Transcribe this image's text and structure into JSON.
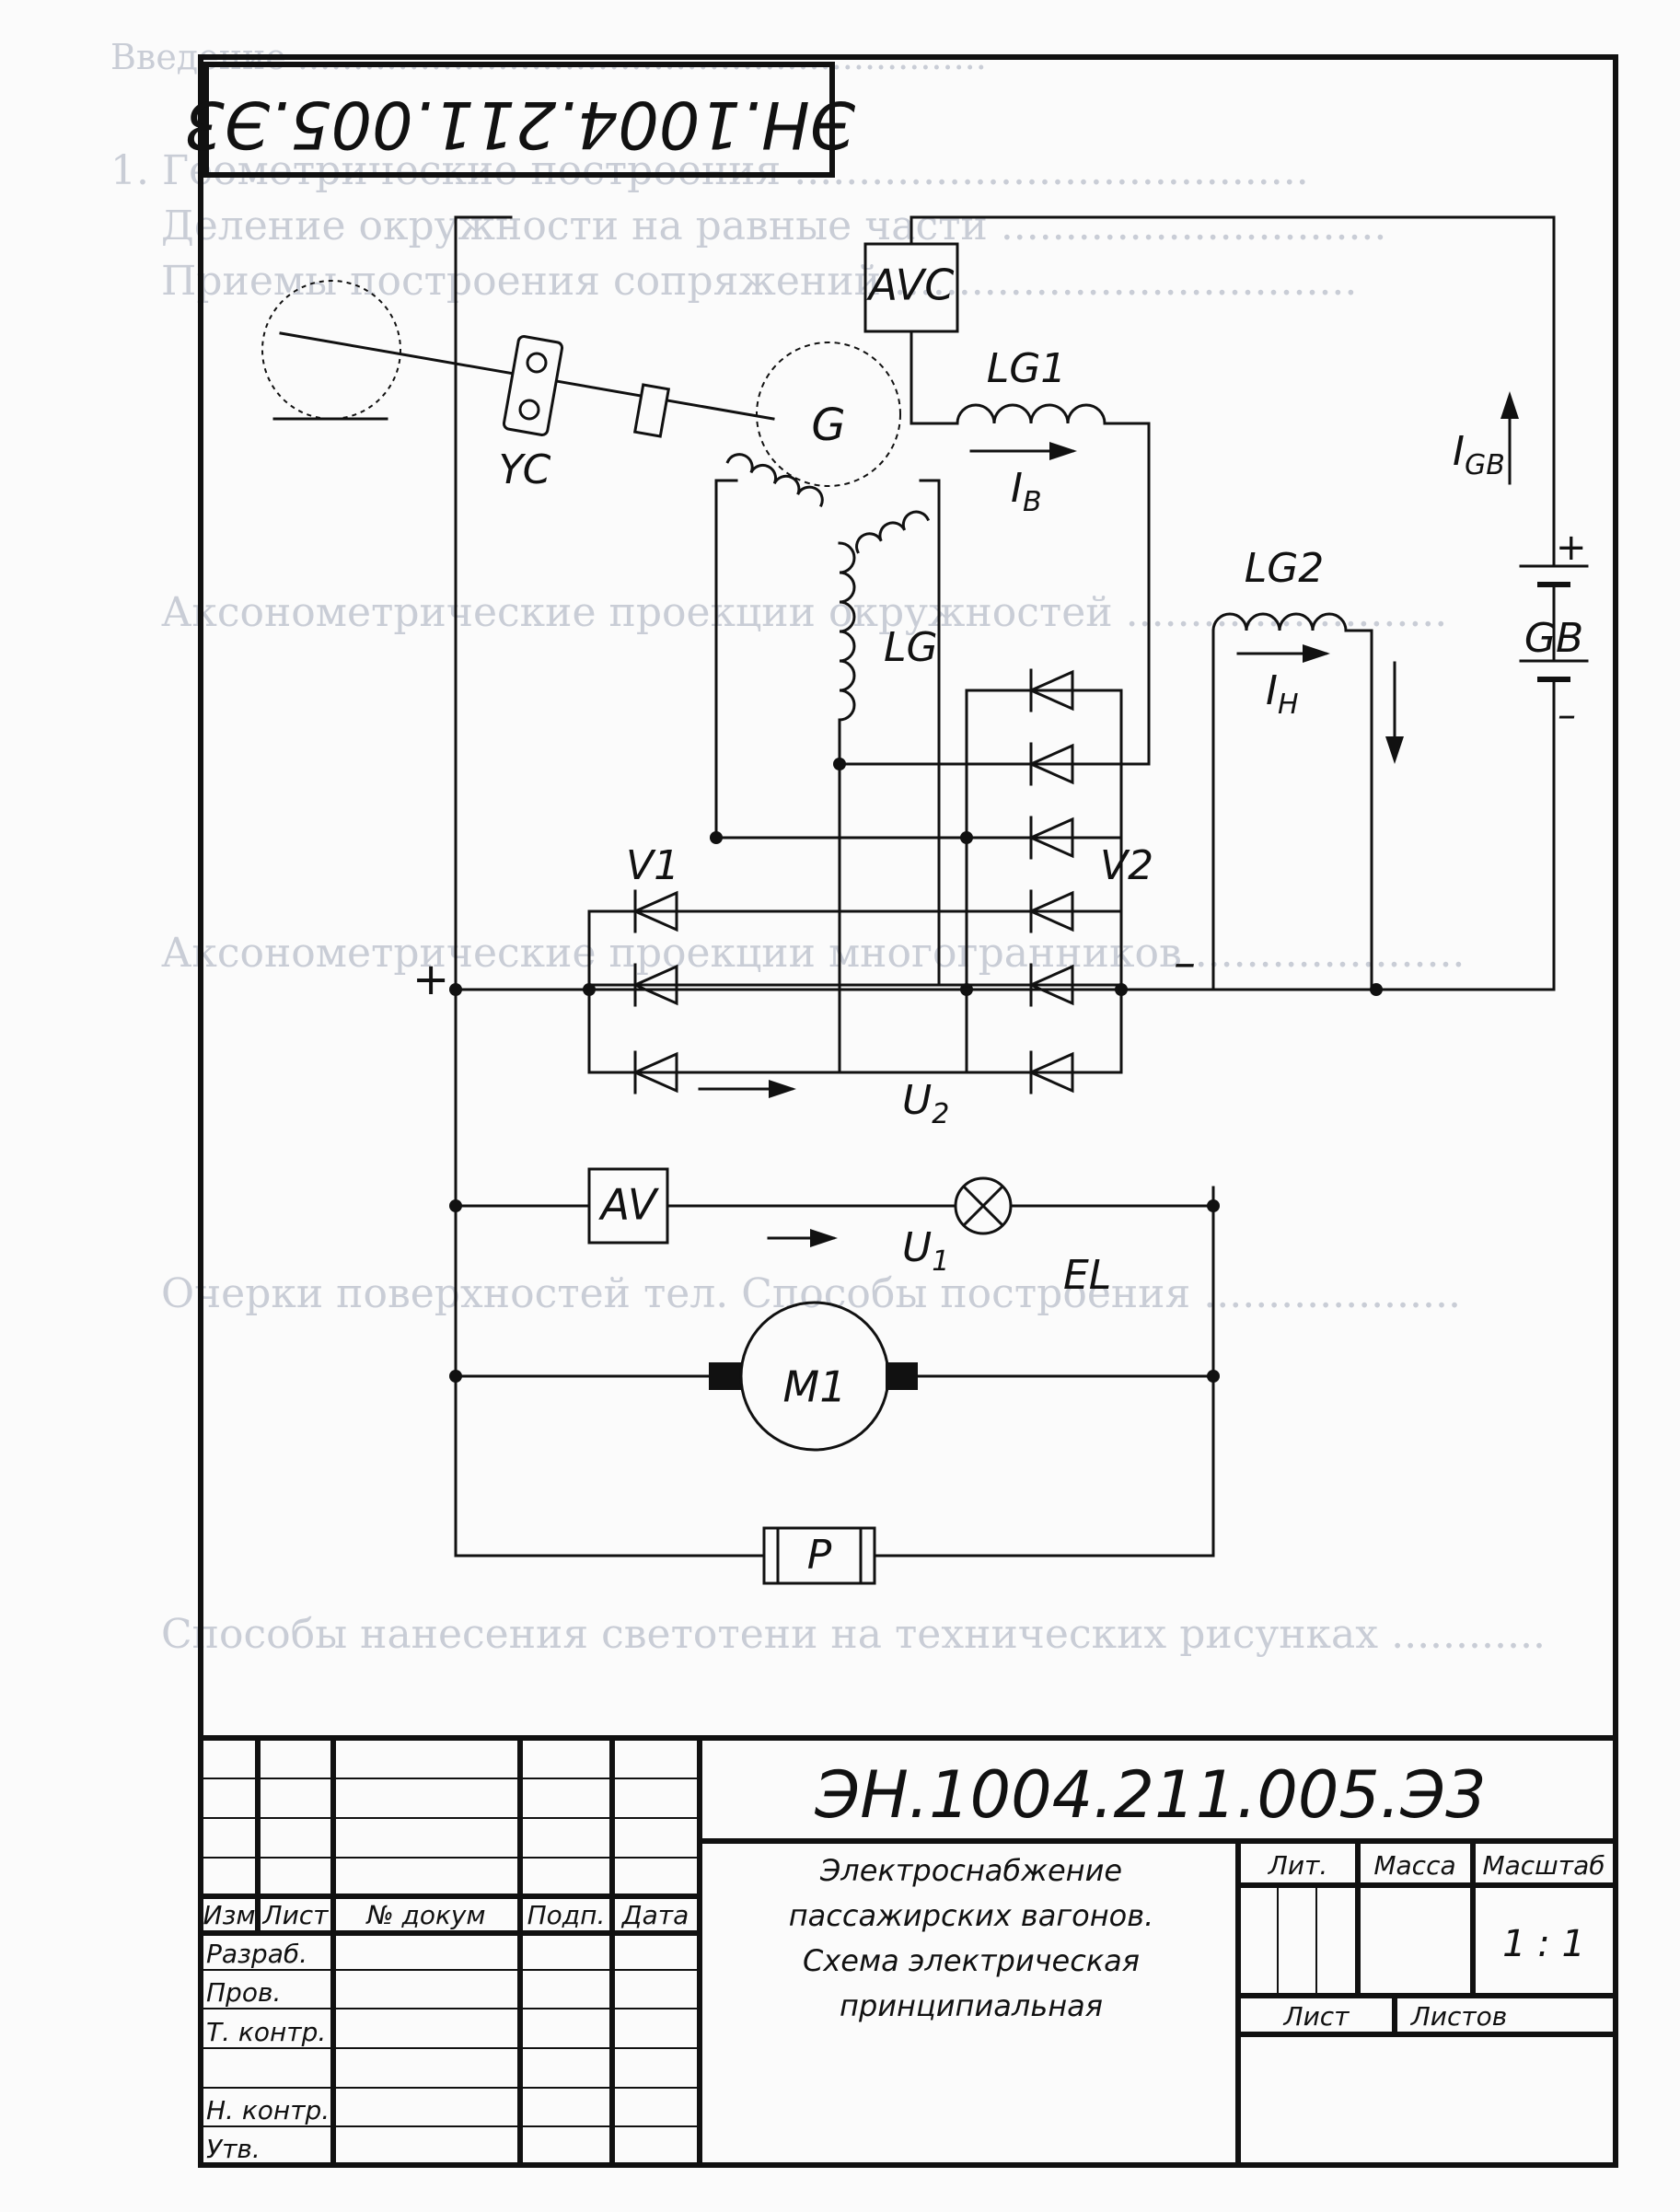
{
  "header": {
    "rotated_code": "ЭН.1004.211.005.Э3"
  },
  "components": {
    "avc": "AVC",
    "lg1": "LG1",
    "yc": "YC",
    "g": "G",
    "lg": "LG",
    "lg2": "LG2",
    "gb": "GB",
    "v1": "V1",
    "v2": "V2",
    "av": "AV",
    "el": "EL",
    "m1": "M1",
    "p": "P"
  },
  "labels": {
    "ib_main": "I",
    "ib_sub": "B",
    "ih_main": "I",
    "ih_sub": "H",
    "igb_main": "I",
    "igb_sub": "GB",
    "u2_main": "U",
    "u2_sub": "2",
    "u1_main": "U",
    "u1_sub": "1",
    "plus": "+",
    "minus": "–",
    "minus_gb": "–"
  },
  "title_block": {
    "code": "ЭН.1004.211.005.Э3",
    "headers": {
      "izm": "Изм",
      "list": "Лист",
      "dokum": "№ докум",
      "podp": "Подп.",
      "data": "Дата",
      "lit": "Лит.",
      "massa": "Масса",
      "masshtab": "Масштаб",
      "sheet": "Лист",
      "sheets": "Листов"
    },
    "rows": [
      "Разраб.",
      "Пров.",
      "Т. контр.",
      "Н. контр.",
      "Утв."
    ],
    "title_lines": [
      "Электроснабжение",
      "пассажирских вагонов.",
      "Схема электрическая",
      "принципиальная"
    ],
    "scale": "1 : 1"
  },
  "ghost_lines": [
    "Введение ..............................................................",
    "1. Геометрические построения ........................................",
    "Деление окружности на равные части ..............................",
    "Приемы построения сопряжений ....................................",
    "Аксонометрические проекции окружностей .........................",
    "Аксонометрические проекции многогранников .....................",
    "Очерки поверхностей тел. Способы построения ....................",
    "Способы нанесения светотени на технических рисунках ............"
  ]
}
